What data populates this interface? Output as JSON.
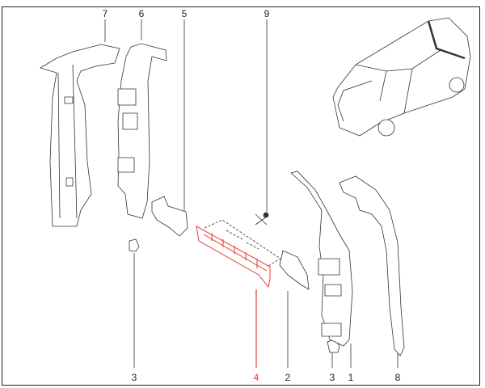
{
  "diagram": {
    "highlight_color": "#e53935",
    "line_color": "#222222",
    "callouts": [
      {
        "id": "7",
        "label": "7",
        "highlighted": false
      },
      {
        "id": "6",
        "label": "6",
        "highlighted": false
      },
      {
        "id": "5",
        "label": "5",
        "highlighted": false
      },
      {
        "id": "9",
        "label": "9",
        "highlighted": false
      },
      {
        "id": "3a",
        "label": "3",
        "highlighted": false
      },
      {
        "id": "4",
        "label": "4",
        "highlighted": true
      },
      {
        "id": "2",
        "label": "2",
        "highlighted": false
      },
      {
        "id": "3b",
        "label": "3",
        "highlighted": false
      },
      {
        "id": "1",
        "label": "1",
        "highlighted": false
      },
      {
        "id": "8",
        "label": "8",
        "highlighted": false
      }
    ]
  }
}
